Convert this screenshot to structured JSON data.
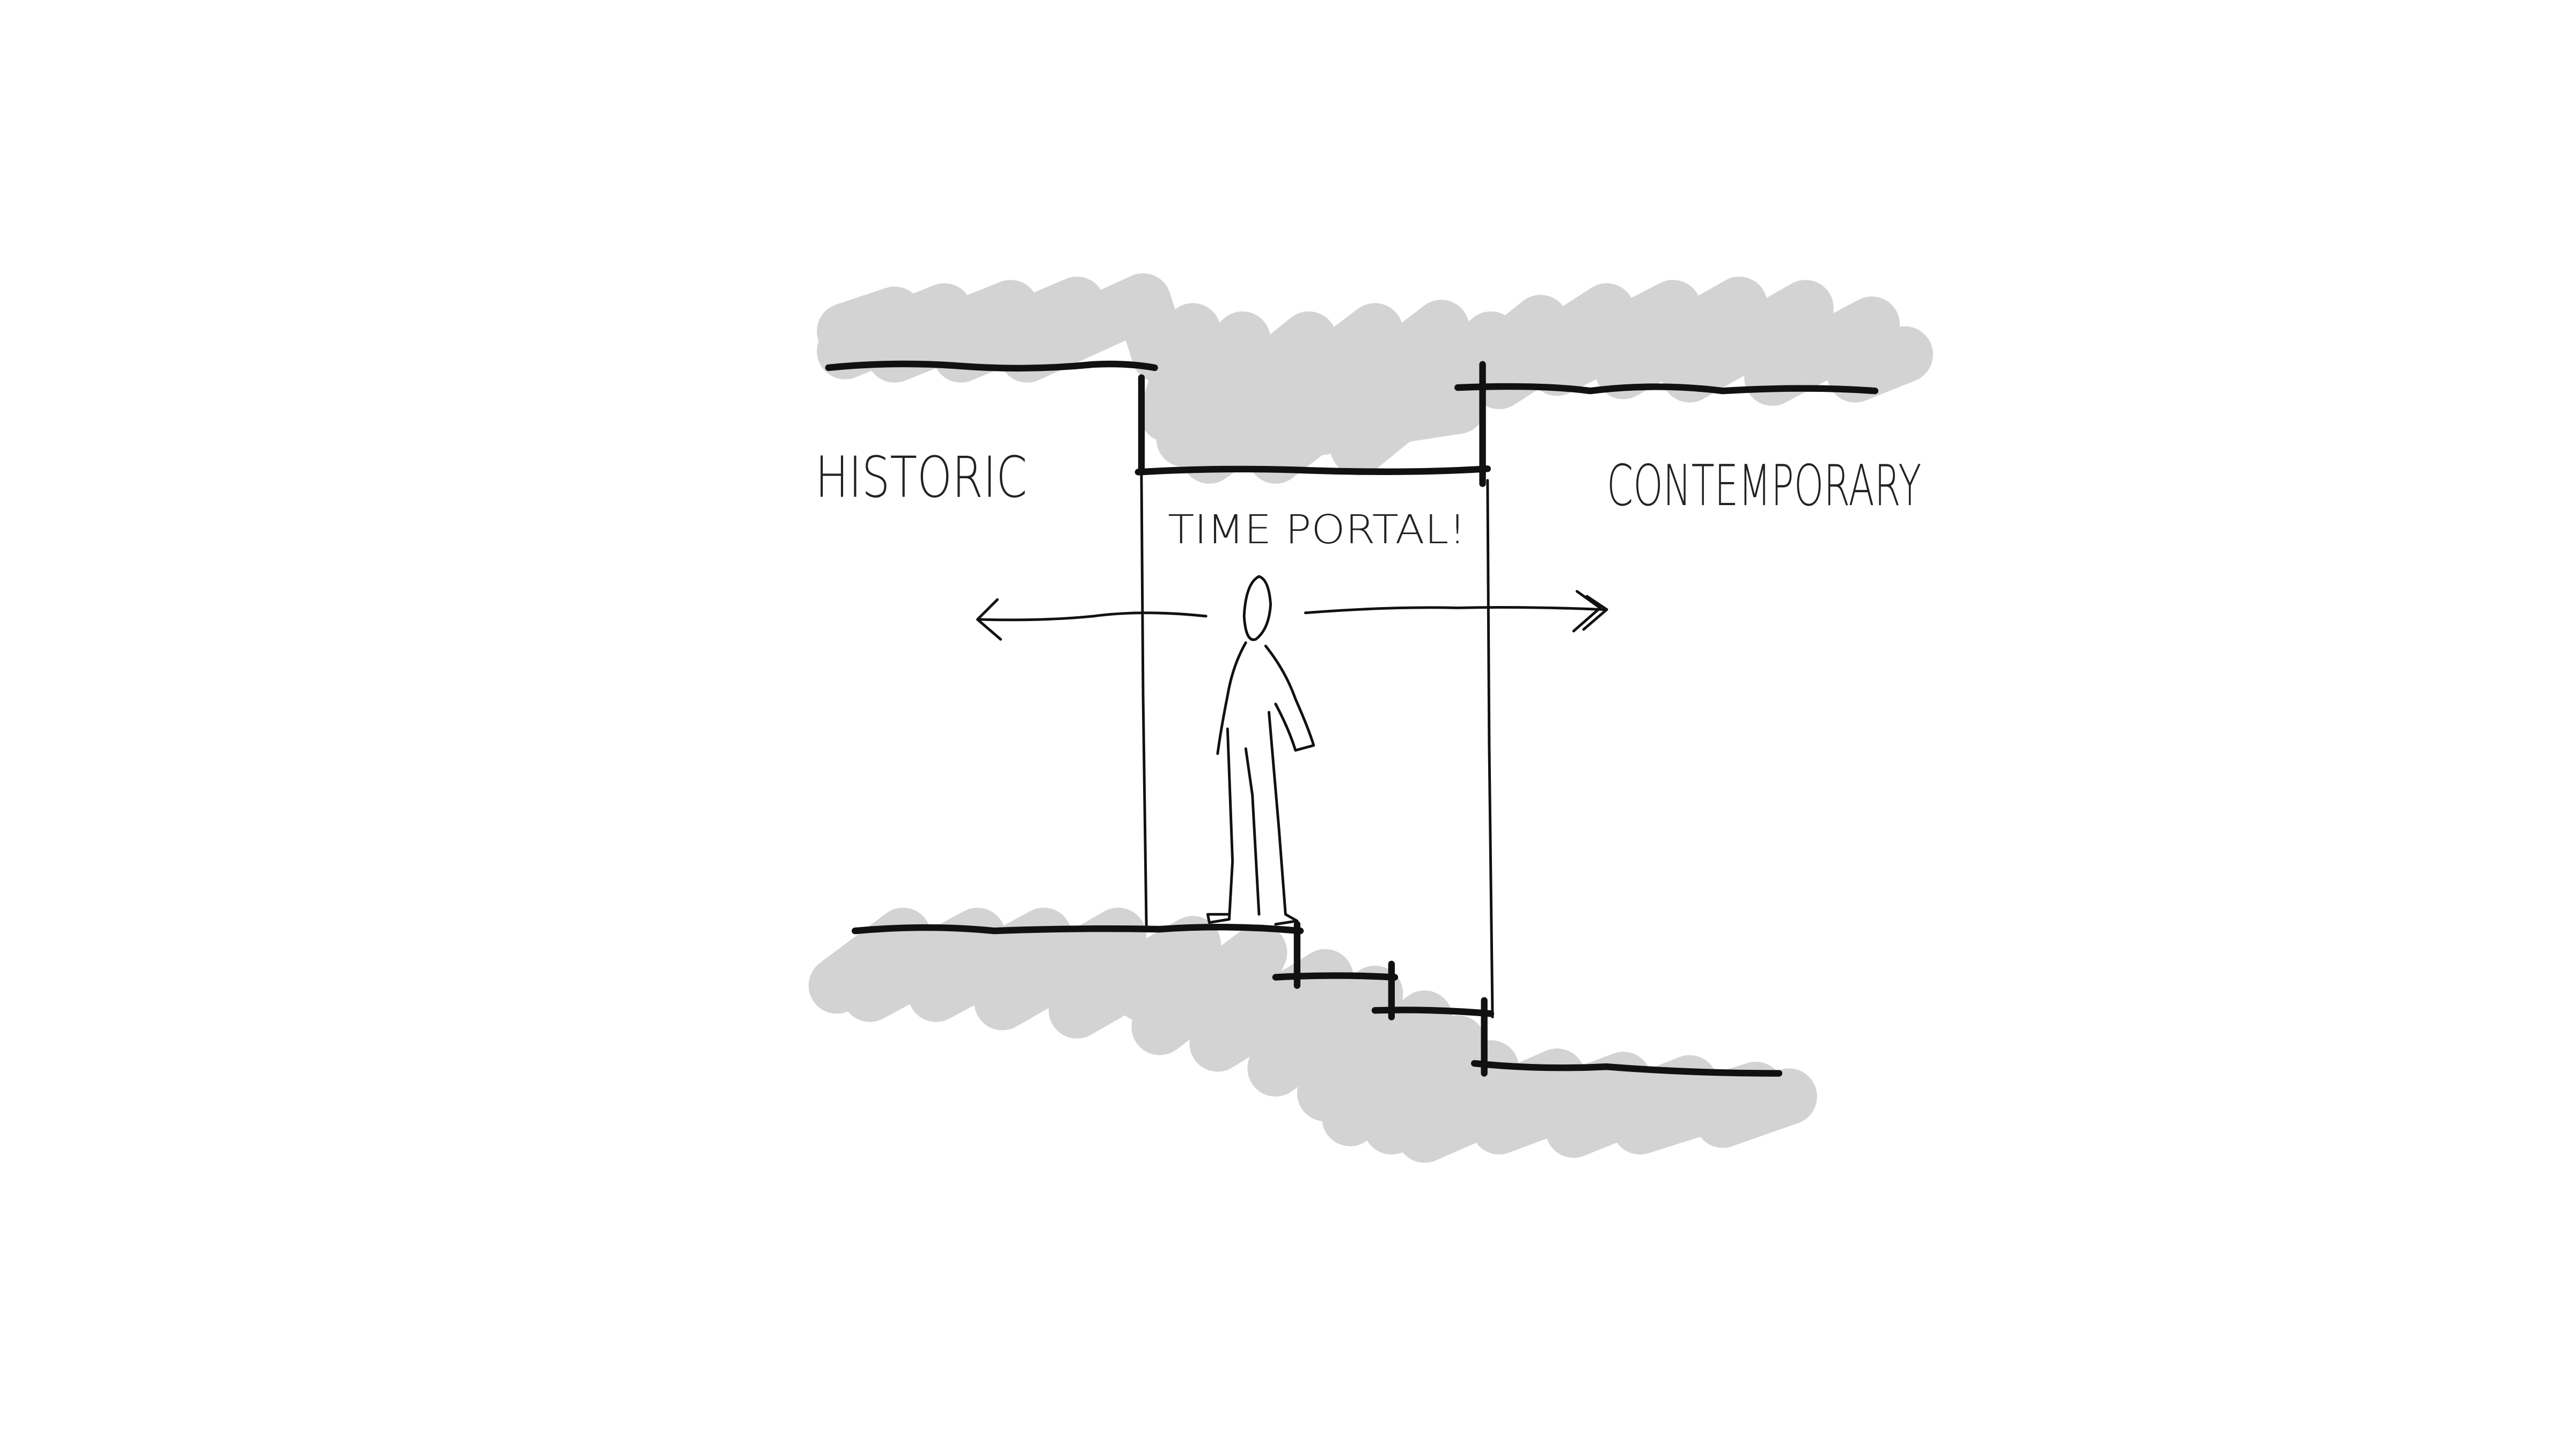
{
  "labels": {
    "left": "HISTORIC",
    "right": "CONTEMPORARY",
    "center": "TIME PORTAL!"
  },
  "colors": {
    "background": "#ffffff",
    "ink": "#111111",
    "hatch": "#d3d3d3"
  }
}
